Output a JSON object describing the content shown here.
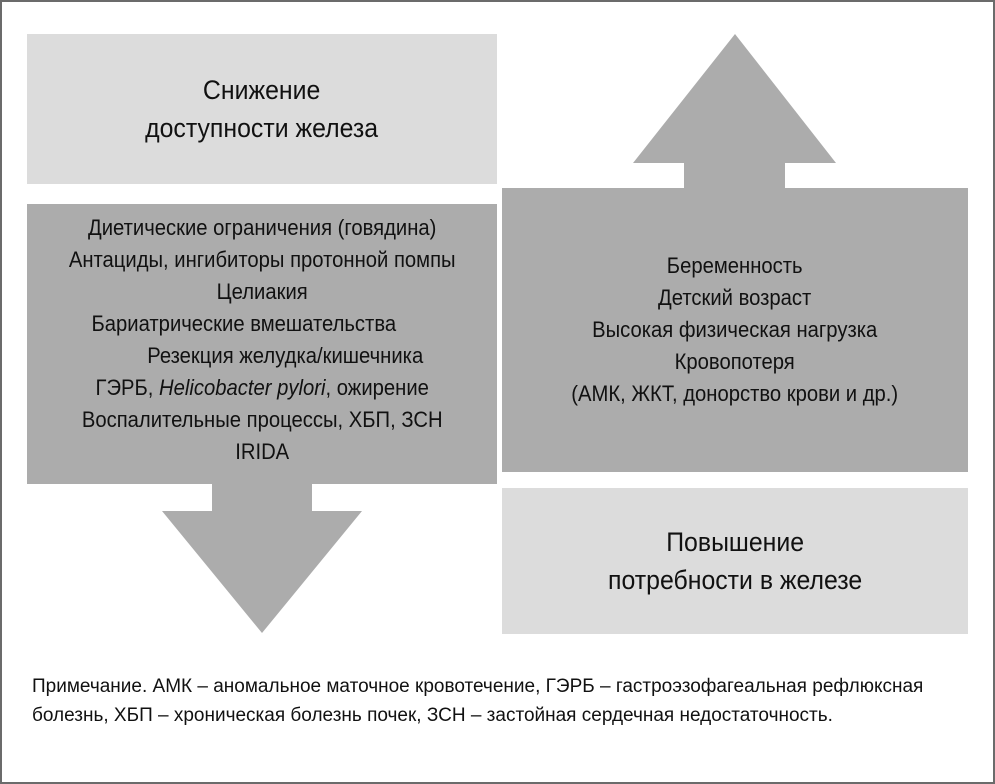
{
  "left": {
    "title": [
      "Снижение",
      "доступности железа"
    ],
    "items": [
      "Диетические ограничения (говядина)",
      "Антациды, ингибиторы протонной помпы",
      "Целиакия",
      "Бариатрические вмешательства",
      "Резекция желудка/кишечника",
      {
        "pre": "ГЭРБ, ",
        "italic": "Helicobacter pylori",
        "post": ", ожирение"
      },
      "Воспалительные процессы, ХБП, ЗСН",
      "IRIDA"
    ]
  },
  "right": {
    "title": [
      "Повышение",
      "потребности в железе"
    ],
    "items": [
      "Беременность",
      "Детский возраст",
      "Высокая физическая нагрузка",
      "Кровопотеря",
      "(АМК, ЖКТ, донорство крови и др.)"
    ]
  },
  "note": "Примечание. АМК – аномальное маточное кровотечение, ГЭРБ – гастроэзофагеальная рефлюксная болезнь, ХБП – хроническая болезнь почек, ЗСН – застойная сердечная недостаточность.",
  "colors": {
    "light": "#dcdcdc",
    "dark": "#acacac",
    "border": "#6b6b6b"
  }
}
